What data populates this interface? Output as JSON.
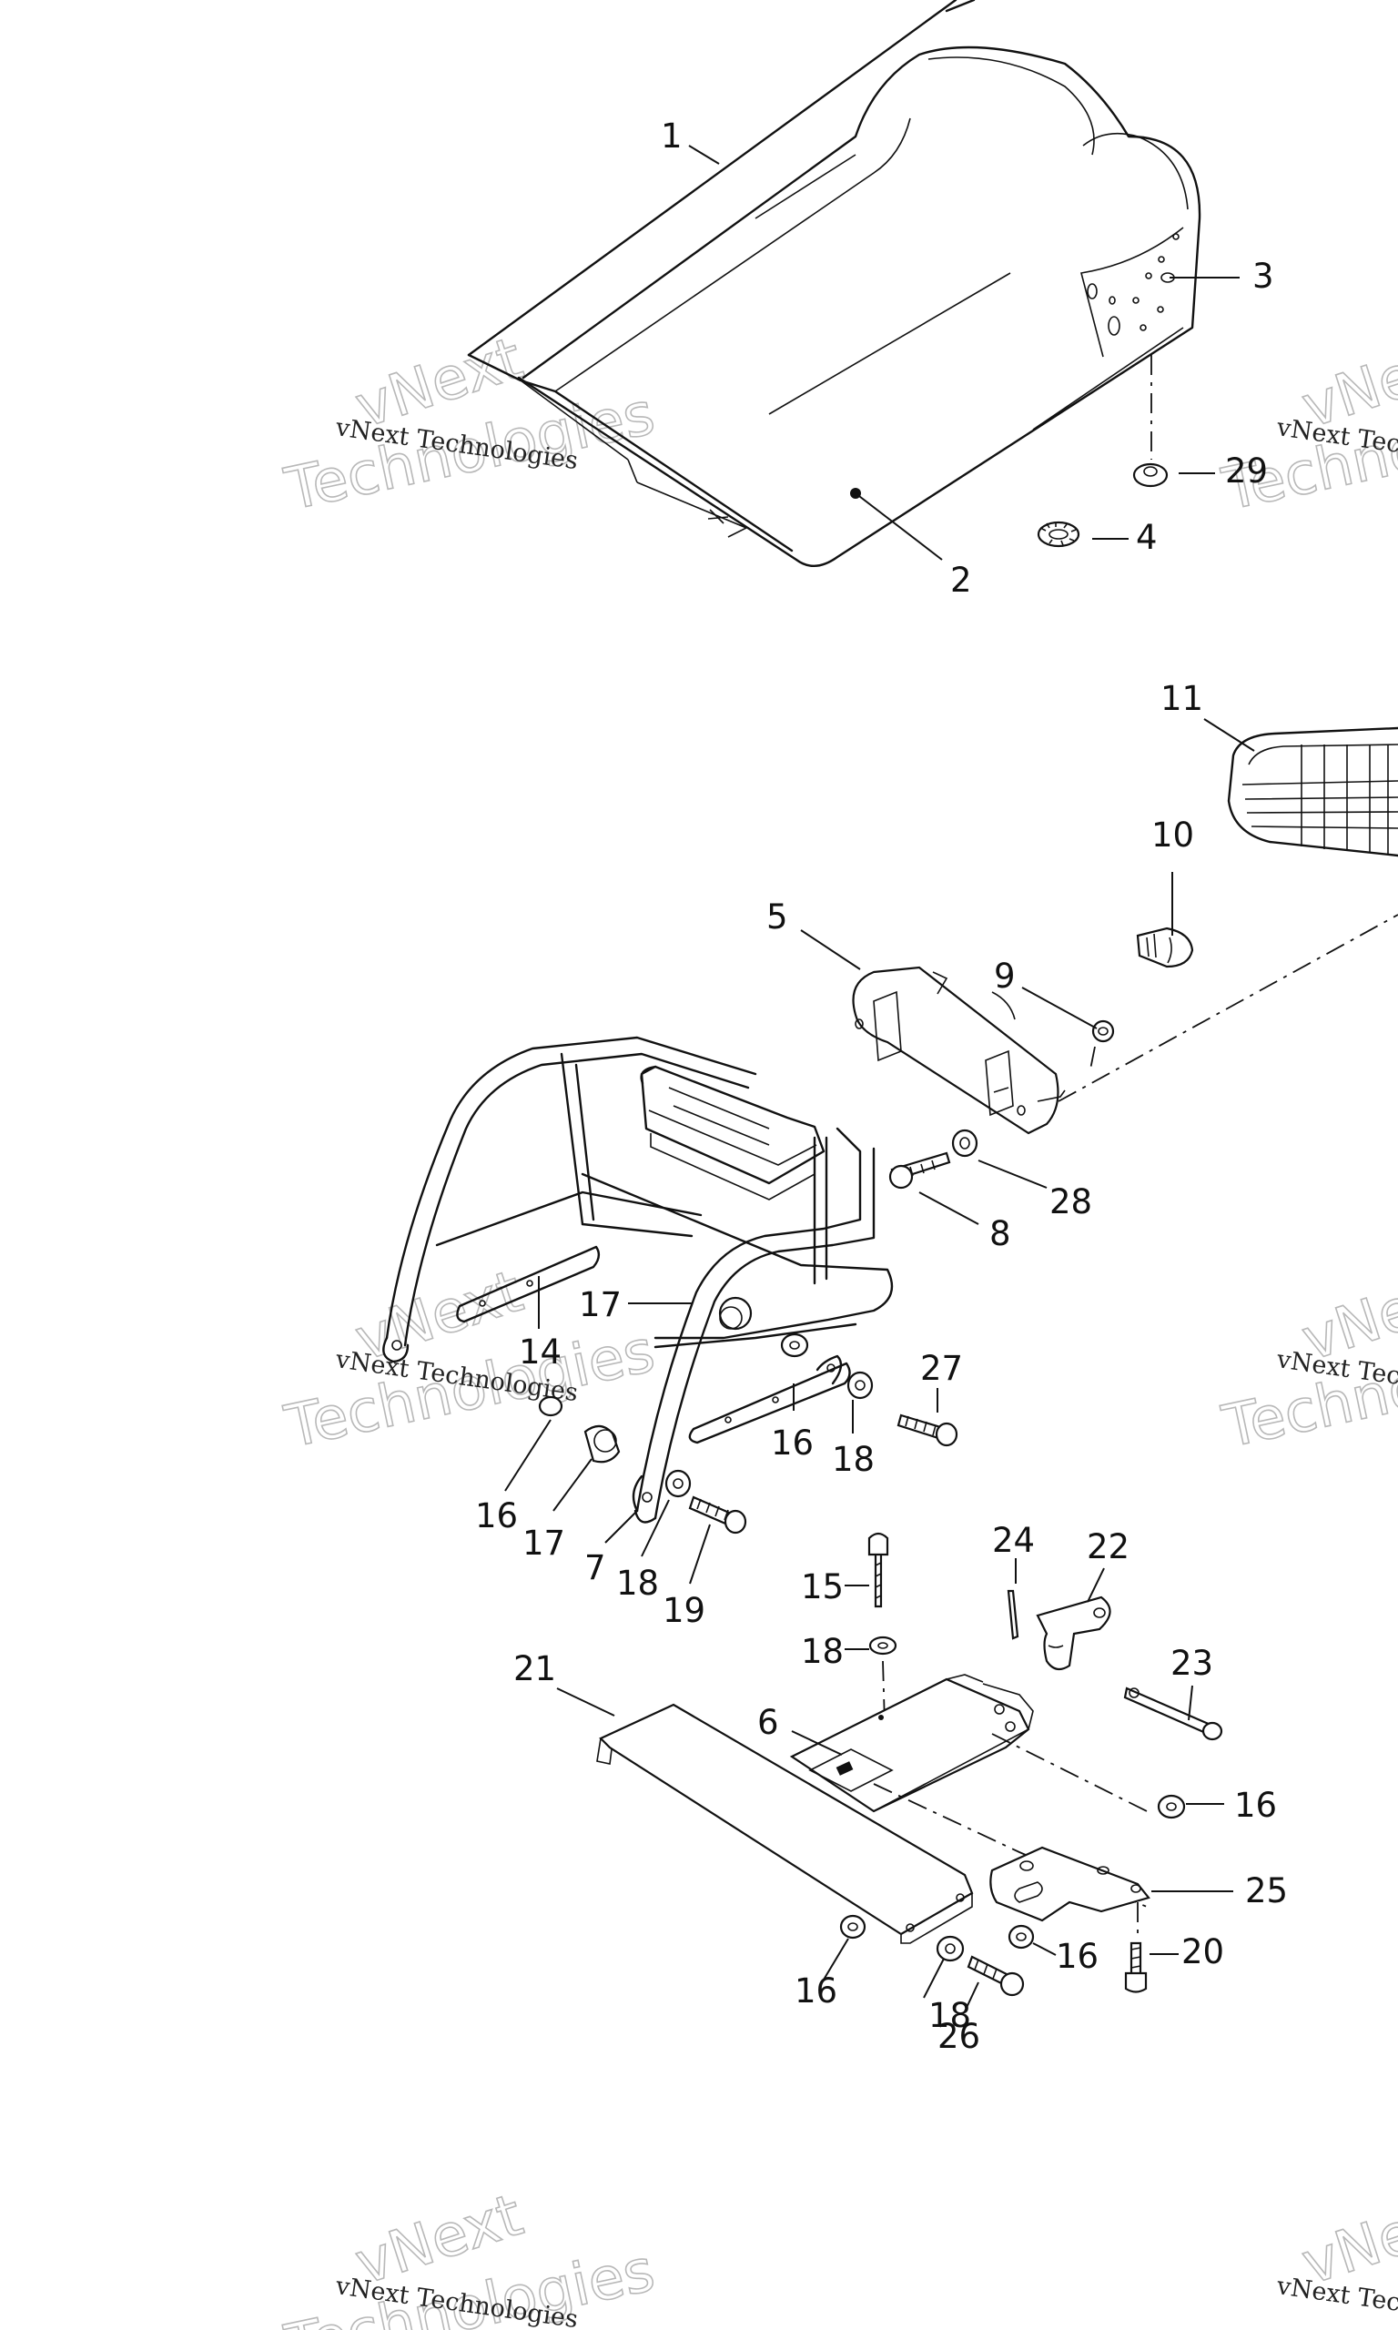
{
  "watermark": {
    "line": "vNext Technologies",
    "word1": "vNext",
    "word2": "Technologies"
  },
  "callouts": {
    "c1": "1",
    "c2": "2",
    "c3": "3",
    "c4": "4",
    "c29": "29",
    "c11": "11",
    "c10": "10",
    "c5": "5",
    "c9": "9",
    "c28": "28",
    "c8": "8",
    "c14": "14",
    "c17a": "17",
    "c27": "27",
    "c16a": "16",
    "c18a": "18",
    "c16b": "16",
    "c17b": "17",
    "c7": "7",
    "c18b": "18",
    "c19": "19",
    "c24": "24",
    "c22": "22",
    "c15": "15",
    "c18c": "18",
    "c23": "23",
    "c21": "21",
    "c6": "6",
    "c16c": "16",
    "c25": "25",
    "c16d": "16",
    "c20": "20",
    "c16e": "16",
    "c18d": "18",
    "c26": "26"
  }
}
